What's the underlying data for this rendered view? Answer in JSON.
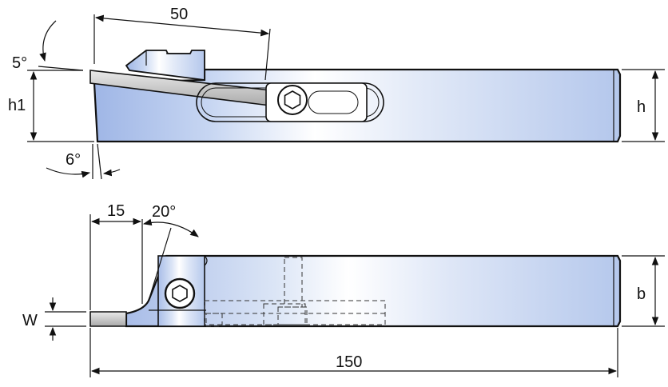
{
  "top_view": {
    "dim_length": "50",
    "dim_angle_top": "5°",
    "dim_h1": "h1",
    "dim_h": "h",
    "dim_angle_bottom": "6°"
  },
  "bottom_view": {
    "dim_offset": "15",
    "dim_angle": "20°",
    "dim_w": "W",
    "dim_b": "b",
    "dim_total": "150"
  },
  "colors": {
    "body_light": "#ffffff",
    "body_blue": "#b7c9ec",
    "outline": "#111111",
    "insert_gray": "#c8c8c8"
  }
}
